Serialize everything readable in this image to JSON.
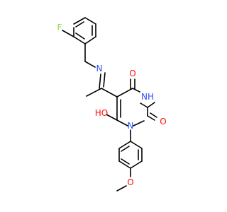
{
  "colors": {
    "bond": "#000000",
    "F": "#90e050",
    "N": "#3050f8",
    "O": "#ff0d0d",
    "H": "#000000"
  },
  "atoms": {
    "F": "F",
    "N_imine": "N",
    "O_top": "O",
    "NH": "NH",
    "O_right": "O",
    "N_ring": "N",
    "OH": "HO",
    "O_methoxy": "O"
  }
}
